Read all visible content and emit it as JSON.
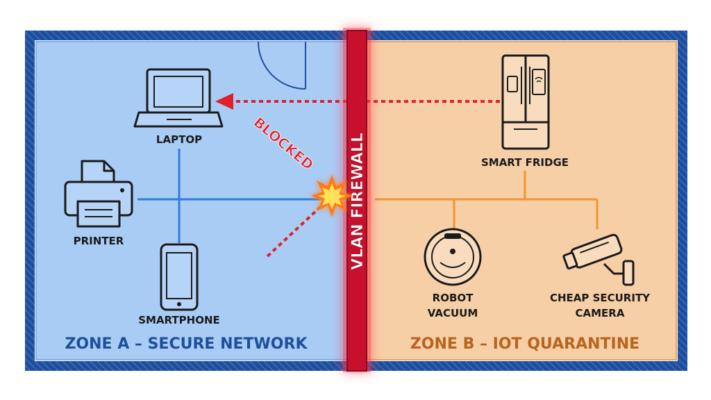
{
  "firewall": {
    "label": "VLAN FIREWALL"
  },
  "zone_a": {
    "label": "ZONE A – SECURE NETWORK",
    "color": "#1f4f9a",
    "fill": "#a9ccf5",
    "link_color": "#2f7be0",
    "devices": {
      "laptop": "LAPTOP",
      "printer": "PRINTER",
      "smartphone": "SMARTPHONE"
    }
  },
  "zone_b": {
    "label": "ZONE B – IOT QUARANTINE",
    "color": "#b8641e",
    "fill": "#f6cfa7",
    "link_color": "#f0962e",
    "devices": {
      "smart_fridge": "SMART FRIDGE",
      "robot_vacuum_line1": "ROBOT",
      "robot_vacuum_line2": "VACUUM",
      "camera_line1": "CHEAP SECURITY",
      "camera_line2": "CAMERA"
    }
  },
  "blocked": {
    "label": "BLOCKED",
    "color": "#e0202a"
  },
  "colors": {
    "wall": "#1d4f9c",
    "firewall": "#c8102e",
    "icon_stroke": "#1a1a1a"
  }
}
